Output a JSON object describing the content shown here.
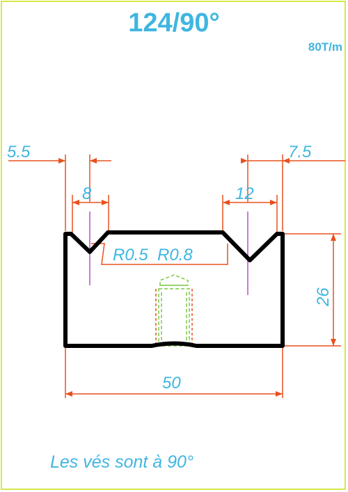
{
  "title": "124/90°",
  "capacity": "80T/m",
  "note": "Les vés sont à 90°",
  "dimensions": {
    "left_offset": "5.5",
    "right_offset": "7.5",
    "left_v_width": "8",
    "right_v_width": "12",
    "radii": "R0.5  R0.8",
    "height": "26",
    "width": "50"
  },
  "colors": {
    "text": "#3fb6e0",
    "dimension_lines": "#e8501e",
    "profile": "#000000",
    "punch_outline": "#7ac943",
    "center_lines": "#b94fc4",
    "frame": "#d6e84a"
  }
}
